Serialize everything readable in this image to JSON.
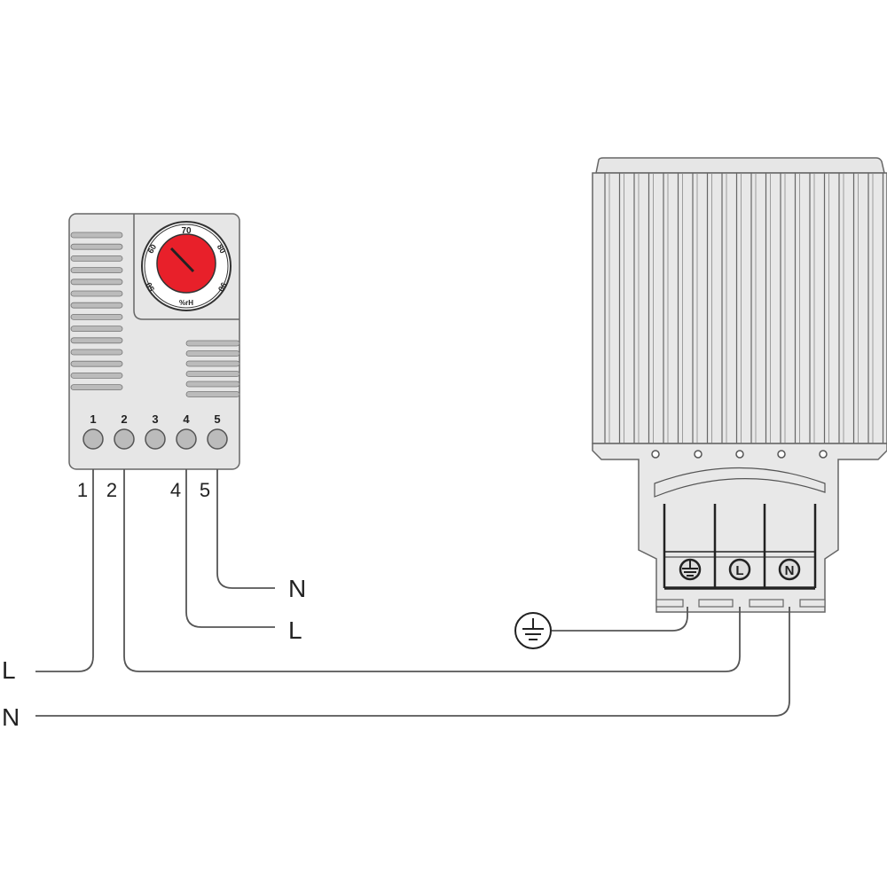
{
  "thermostat": {
    "dial_labels": [
      "60",
      "70",
      "80",
      "90",
      "50",
      "%rH"
    ],
    "terminal_numbers": [
      "1",
      "2",
      "3",
      "4",
      "5"
    ],
    "dial_color": "#e8202a"
  },
  "wire_labels": {
    "t1": "1",
    "t2": "2",
    "t4": "4",
    "t5": "5",
    "out_n": "N",
    "out_l": "L",
    "supply_l": "L",
    "supply_n": "N"
  },
  "heater": {
    "terminal_symbols": [
      "earth",
      "L",
      "N"
    ],
    "terminal_l": "L",
    "terminal_n": "N"
  }
}
